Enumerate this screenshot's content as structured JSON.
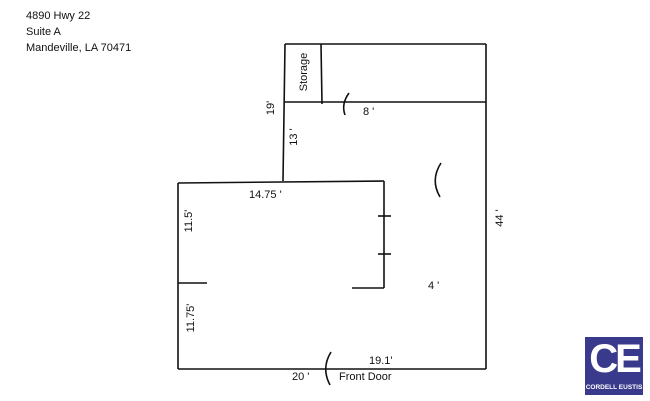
{
  "address": {
    "line1": "4890 Hwy 22",
    "line2": "Suite A",
    "line3": "Mandeville, LA 70471"
  },
  "labels": {
    "storage": "Storage",
    "dim_19": "19'",
    "dim_13": "13 '",
    "dim_8": "8 '",
    "dim_14_75": "14.75 '",
    "dim_11_5": "11.5'",
    "dim_11_75": "11.75'",
    "dim_44": "44 '",
    "dim_4": "4 '",
    "dim_19_1": "19.1'",
    "dim_20": "20 '",
    "front_door": "Front Door"
  },
  "logo": {
    "initials": "CE",
    "name": "CORDELL EUSTIS",
    "color": "#3a3a8c"
  }
}
